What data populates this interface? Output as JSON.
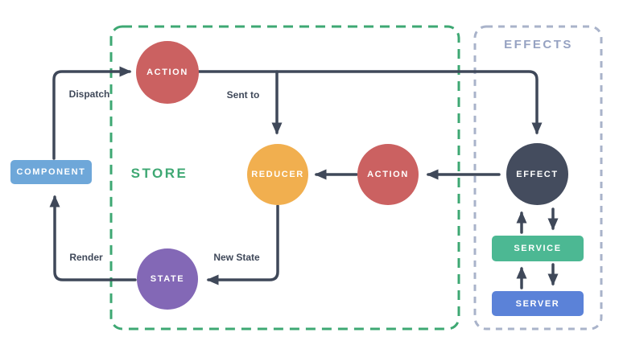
{
  "groups": {
    "store": {
      "label": "STORE"
    },
    "effects": {
      "label": "EFFECTS"
    }
  },
  "nodes": {
    "component": {
      "label": "COMPONENT",
      "color": "#6ea7d9"
    },
    "action_dispatched": {
      "label": "ACTION",
      "color": "#cb6161"
    },
    "reducer": {
      "label": "REDUCER",
      "color": "#f1af4f"
    },
    "action_from_effect": {
      "label": "ACTION",
      "color": "#cb6161"
    },
    "effect": {
      "label": "EFFECT",
      "color": "#444c5e"
    },
    "state": {
      "label": "STATE",
      "color": "#8368b6"
    },
    "service": {
      "label": "SERVICE",
      "color": "#4cb893"
    },
    "server": {
      "label": "SERVER",
      "color": "#5b82d8"
    }
  },
  "edge_labels": {
    "dispatch": "Dispatch",
    "sent_to": "Sent to",
    "render": "Render",
    "new_state": "New State"
  },
  "colors": {
    "background": "#ffffff",
    "arrow": "#3f4859",
    "store_border": "#3ea873",
    "store_label": "#3ea873",
    "effects_border": "#a9b3ca",
    "effects_label": "#96a2c2",
    "node_text": "#ffffff",
    "edge_label_text": "#3f4859"
  }
}
